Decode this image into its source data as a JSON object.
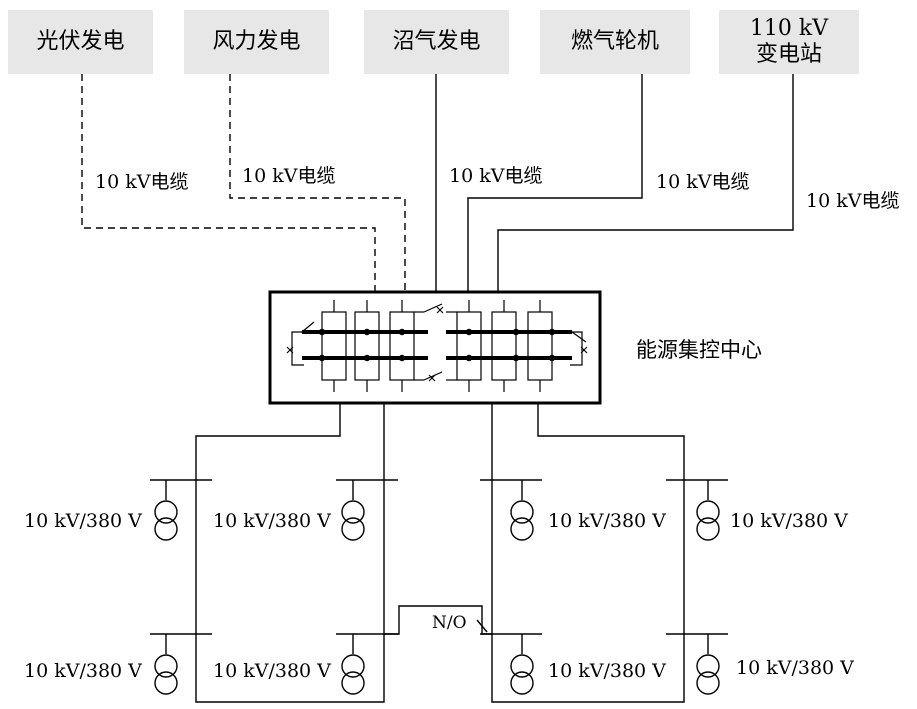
{
  "sources": [
    {
      "id": "pv",
      "label": "光伏发电"
    },
    {
      "id": "wind",
      "label": "风力发电"
    },
    {
      "id": "biogas",
      "label": "沼气发电"
    },
    {
      "id": "gas-turbine",
      "label": "燃气轮机"
    },
    {
      "id": "substation",
      "label_line1": "110 kV",
      "label_line2": "变电站"
    }
  ],
  "cable_label": "10 kV电缆",
  "control_center_label": "能源集控中心",
  "transformer_label": "10 kV/380 V",
  "normally_open_label": "N/O",
  "line_styles": {
    "pv": "dashed",
    "wind": "dashed",
    "biogas": "solid",
    "gas-turbine": "solid",
    "substation": "solid"
  }
}
